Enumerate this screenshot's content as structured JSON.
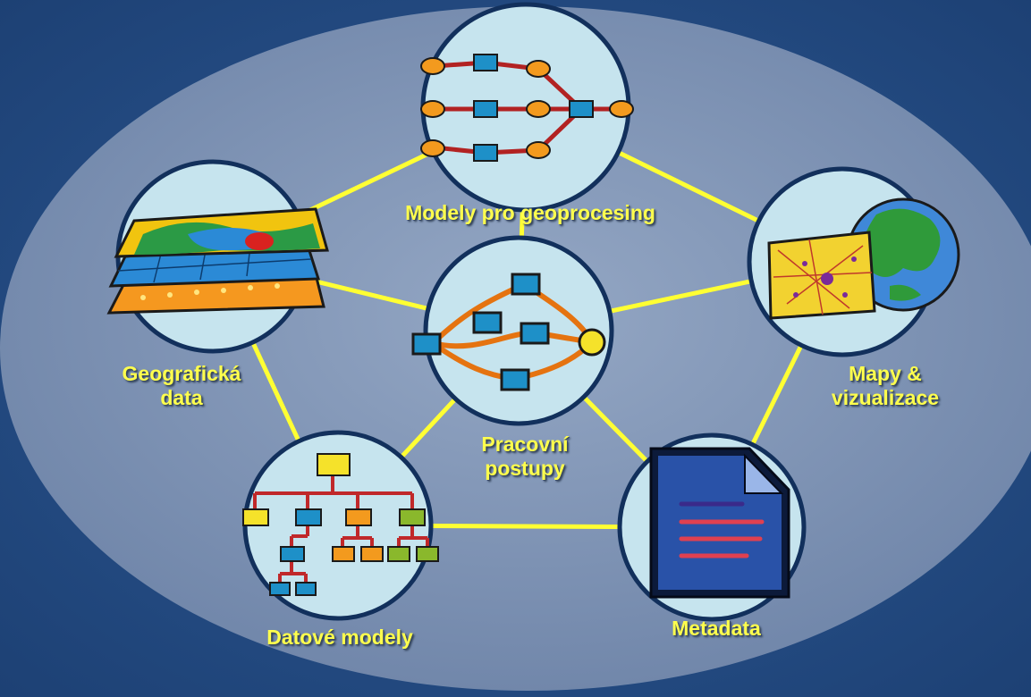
{
  "diagram": {
    "center": {
      "label_lines": [
        "Pracovní",
        "postupy"
      ],
      "icon": "workflow-icon"
    },
    "nodes": [
      {
        "id": "geoprocessing",
        "label_lines": [
          "Modely pro geoprocesing"
        ],
        "icon": "geoprocessing-model-icon"
      },
      {
        "id": "maps",
        "label_lines": [
          "Mapy &",
          "vizualizace"
        ],
        "icon": "map-globe-icon"
      },
      {
        "id": "metadata",
        "label_lines": [
          "Metadata"
        ],
        "icon": "document-icon"
      },
      {
        "id": "datamodels",
        "label_lines": [
          "Datové modely"
        ],
        "icon": "hierarchy-icon"
      },
      {
        "id": "geodata",
        "label_lines": [
          "Geografická",
          "data"
        ],
        "icon": "map-layers-icon"
      }
    ],
    "connections": [
      [
        "geoprocessing",
        "maps"
      ],
      [
        "maps",
        "metadata"
      ],
      [
        "metadata",
        "datamodels"
      ],
      [
        "datamodels",
        "geodata"
      ],
      [
        "geodata",
        "geoprocessing"
      ],
      [
        "center",
        "geoprocessing"
      ],
      [
        "center",
        "maps"
      ],
      [
        "center",
        "metadata"
      ],
      [
        "center",
        "datamodels"
      ],
      [
        "center",
        "geodata"
      ]
    ]
  },
  "colors": {
    "background": "#234c84",
    "ellipse": "#7f93b3",
    "circle_fill": "#c6e4ee",
    "circle_stroke": "#12305c",
    "connector": "#ffff33",
    "label": "#ffff4d"
  }
}
